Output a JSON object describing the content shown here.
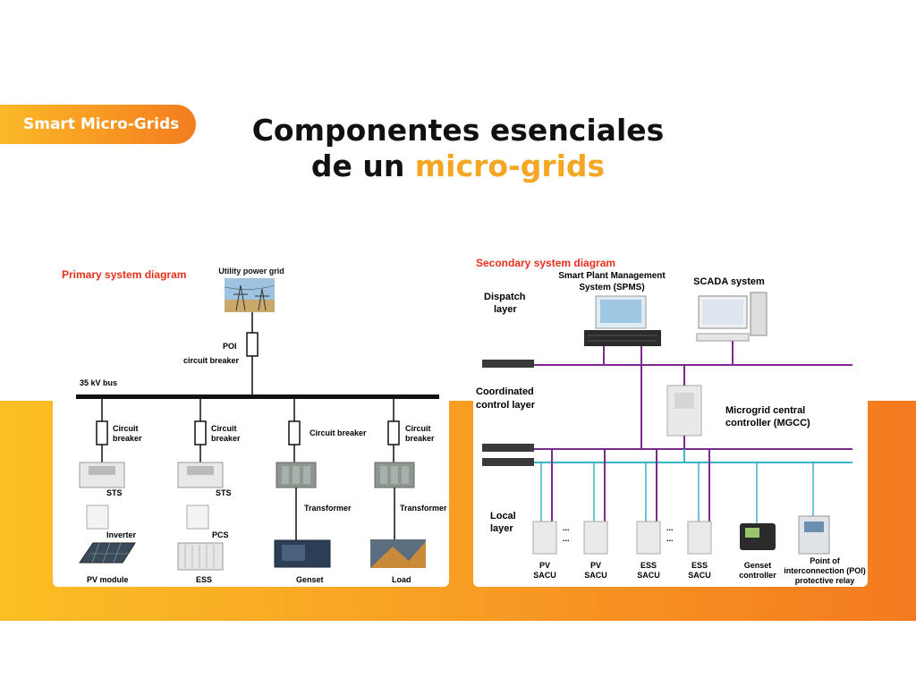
{
  "badge": "Smart Micro-Grids",
  "title": {
    "line1": "Componentes esenciales",
    "line2_prefix": "de un ",
    "line2_highlight": "micro-grids"
  },
  "primary": {
    "heading": "Primary system diagram",
    "utility": "Utility power grid",
    "poi": "POI",
    "poi_breaker": "circuit breaker",
    "bus": "35 kV bus",
    "cb1a": "Circuit",
    "cb1b": "breaker",
    "cb2a": "Circuit",
    "cb2b": "breaker",
    "cb3": "Circuit breaker",
    "cb4a": "Circuit",
    "cb4b": "breaker",
    "sts1": "STS",
    "sts2": "STS",
    "inverter": "Inverter",
    "pcs": "PCS",
    "transformer1": "Transformer",
    "transformer2": "Transformer",
    "pv_module": "PV module",
    "ess": "ESS",
    "genset": "Genset",
    "load": "Load"
  },
  "secondary": {
    "heading": "Secondary system diagram",
    "dispatch1": "Dispatch",
    "dispatch2": "layer",
    "spms1": "Smart Plant Management",
    "spms2": "System (SPMS)",
    "scada": "SCADA system",
    "coord1": "Coordinated",
    "coord2": "control layer",
    "mgcc1": "Microgrid central",
    "mgcc2": "controller (MGCC)",
    "local1": "Local",
    "local2": "layer",
    "pv1a": "PV",
    "pv1b": "SACU",
    "pv2a": "PV",
    "pv2b": "SACU",
    "ess1a": "ESS",
    "ess1b": "SACU",
    "ess2a": "ESS",
    "ess2b": "SACU",
    "genset1": "Genset",
    "genset2": "controller",
    "poi1": "Point of",
    "poi2": "interconnection (POI)",
    "poi3": "protective relay",
    "dots": "..."
  },
  "colors": {
    "accent_orange": "#f5a623",
    "heading_red": "#e8301c",
    "bus_purple": "#7b2a8c",
    "link_cyan": "#3bb3c6"
  }
}
